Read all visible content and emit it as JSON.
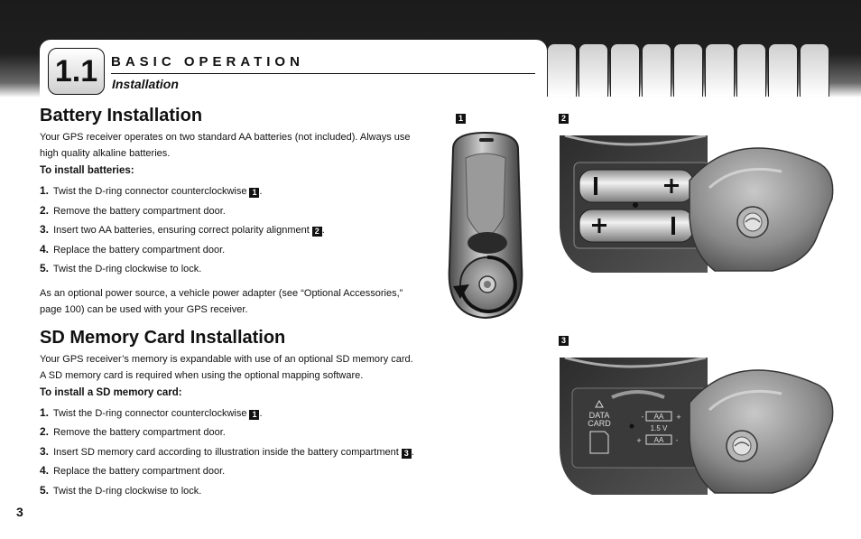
{
  "header": {
    "chapter_number": "1.1",
    "title": "BASIC OPERATION",
    "subtitle": "Installation"
  },
  "battery_section": {
    "heading": "Battery Installation",
    "intro": "Your GPS receiver operates on two standard AA batteries (not included). Always use high quality alkaline batteries.",
    "steps_heading": "To install batteries:",
    "steps": [
      {
        "num": "1.",
        "text": "Twist the D-ring connector counterclockwise",
        "ref": "1",
        "end": "."
      },
      {
        "num": "2.",
        "text": "Remove the battery compartment door.",
        "ref": "",
        "end": ""
      },
      {
        "num": "3.",
        "text": "Insert two AA batteries, ensuring correct polarity alignment",
        "ref": "2",
        "end": "."
      },
      {
        "num": "4.",
        "text": "Replace the battery compartment door.",
        "ref": "",
        "end": ""
      },
      {
        "num": "5.",
        "text": "Twist the D-ring clockwise to lock.",
        "ref": "",
        "end": ""
      }
    ],
    "note": "As an optional power source, a vehicle power adapter (see “Optional Accessories,” page 100) can be used with your GPS receiver."
  },
  "sd_section": {
    "heading": "SD Memory Card Installation",
    "intro": "Your GPS receiver’s memory is expandable with use of an optional SD memory card. A SD memory card is required when using the optional mapping software.",
    "steps_heading": "To install a SD memory card:",
    "steps": [
      {
        "num": "1.",
        "text": "Twist the D-ring connector counterclockwise",
        "ref": "1",
        "end": "."
      },
      {
        "num": "2.",
        "text": "Remove the battery compartment door.",
        "ref": "",
        "end": ""
      },
      {
        "num": "3.",
        "text": "Insert SD memory card according to illustration inside the battery compartment",
        "ref": "3",
        "end": "."
      },
      {
        "num": "4.",
        "text": "Replace the battery compartment door.",
        "ref": "",
        "end": ""
      },
      {
        "num": "5.",
        "text": "Twist the D-ring clockwise to lock.",
        "ref": "",
        "end": ""
      }
    ]
  },
  "figures": {
    "fig1_label": "1",
    "fig2_label": "2",
    "fig3_label": "3",
    "fig3_text": {
      "data": "DATA",
      "card": "CARD",
      "aa": "AA",
      "voltage": "1.5 V",
      "plus": "+",
      "minus": "-"
    }
  },
  "page_number": "3"
}
